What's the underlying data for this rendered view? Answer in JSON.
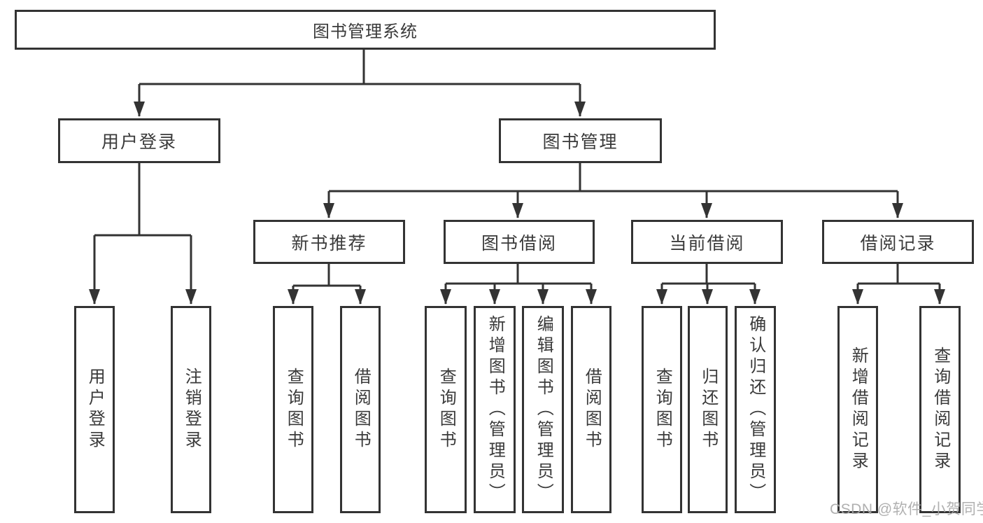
{
  "diagram": {
    "title": "图书管理系统",
    "level2": {
      "login": "用户登录",
      "mgmt": "图书管理"
    },
    "level3": {
      "newbook": "新书推荐",
      "borrow": "图书借阅",
      "current": "当前借阅",
      "records": "借阅记录"
    },
    "leaves": {
      "login": [
        "用户登录",
        "注销登录"
      ],
      "newbook": [
        "查询图书",
        "借阅图书"
      ],
      "borrow": [
        "查询图书",
        "新增图书（管理员）",
        "编辑图书（管理员）",
        "借阅图书"
      ],
      "current": [
        "查询图书",
        "归还图书",
        "确认归还（管理员）"
      ],
      "records": [
        "新增借阅记录",
        "查询借阅记录"
      ]
    }
  },
  "watermark": "CSDN @软件_小贺同学",
  "colors": {
    "line": "#333333",
    "text": "#3a3a3a",
    "watermark": "#a8a8a8",
    "background": "#ffffff"
  }
}
